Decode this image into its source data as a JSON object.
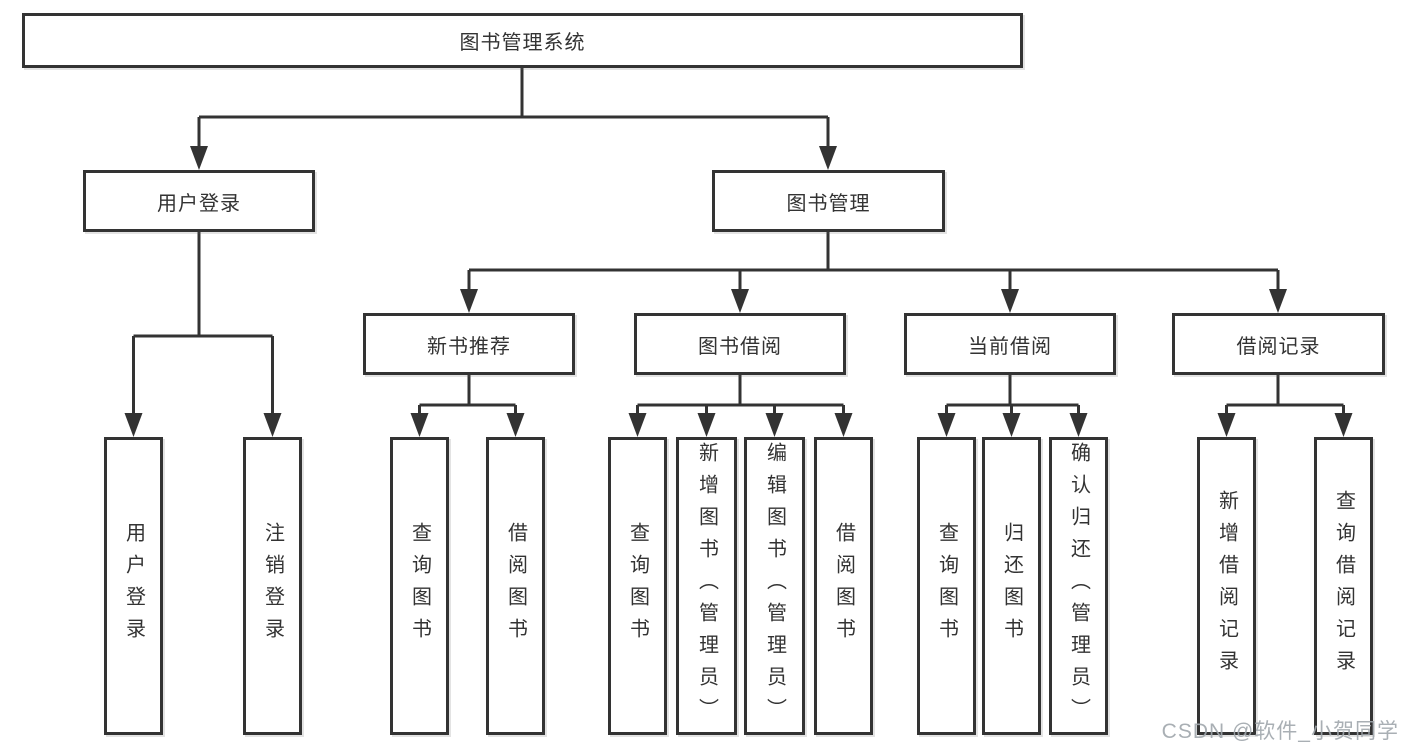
{
  "diagram": {
    "title": "图书管理系统",
    "root": {
      "label": "图书管理系统"
    },
    "branches": [
      {
        "label": "用户登录",
        "children": [
          {
            "label": "用户登录"
          },
          {
            "label": "注销登录"
          }
        ]
      },
      {
        "label": "图书管理",
        "children": [
          {
            "label": "新书推荐",
            "children": [
              {
                "label": "查询图书"
              },
              {
                "label": "借阅图书"
              }
            ]
          },
          {
            "label": "图书借阅",
            "children": [
              {
                "label": "查询图书"
              },
              {
                "label": "新增图书（管理员）"
              },
              {
                "label": "编辑图书（管理员）"
              },
              {
                "label": "借阅图书"
              }
            ]
          },
          {
            "label": "当前借阅",
            "children": [
              {
                "label": "查询图书"
              },
              {
                "label": "归还图书"
              },
              {
                "label": "确认归还（管理员）"
              }
            ]
          },
          {
            "label": "借阅记录",
            "children": [
              {
                "label": "新增借阅记录"
              },
              {
                "label": "查询借阅记录"
              }
            ]
          }
        ]
      }
    ]
  },
  "watermark": {
    "text": "CSDN @软件_小贺同学"
  },
  "colors": {
    "line": "#333333",
    "text": "#333333",
    "background": "#ffffff",
    "watermark": "#a0a6ac"
  }
}
